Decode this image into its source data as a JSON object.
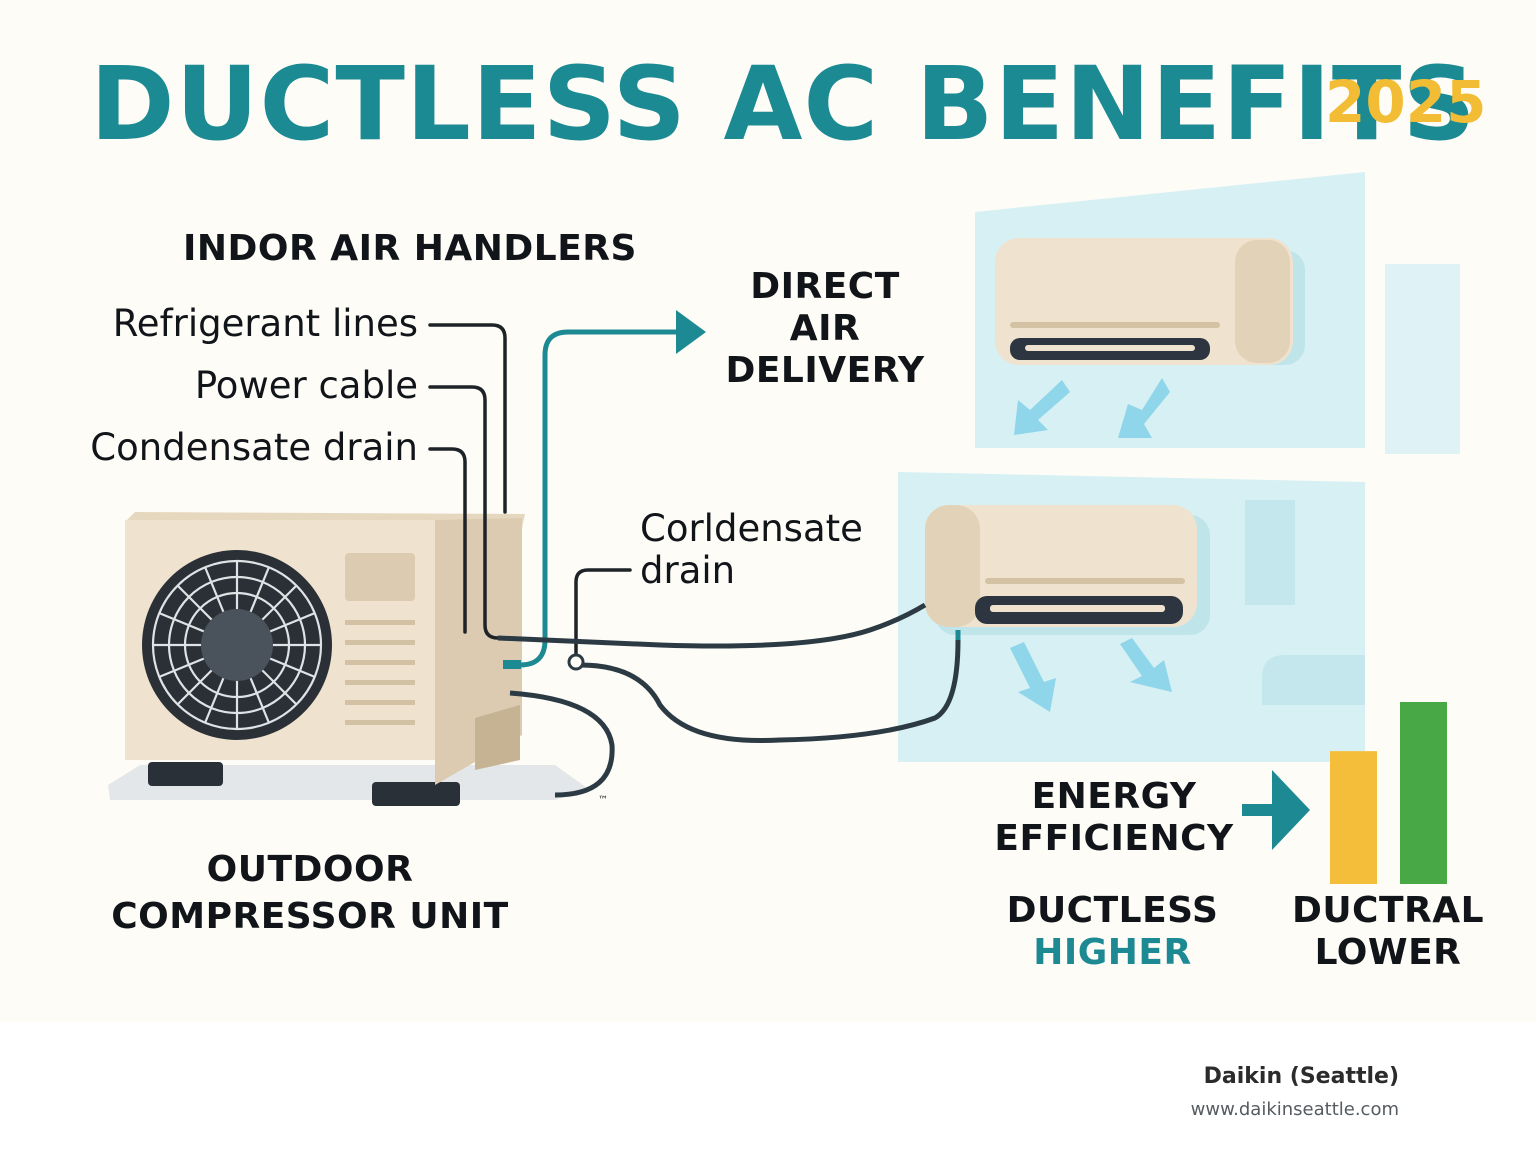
{
  "title": "DUCTLESS AC BENEFITS",
  "year": "2025",
  "colors": {
    "title": "#1b8a92",
    "year": "#f3bc35",
    "teal_line": "#1d8a93",
    "dark_line": "#2c3a44",
    "unit_body": "#efe3cf",
    "wall_tint": "#cfecf1",
    "bar_ductless": "#f4be3a",
    "bar_ductral": "#48a845",
    "higher_text": "#1d8a93"
  },
  "labels": {
    "indoor_air_handlers": "INDOR AIR HANDLERS",
    "refrigerant_lines": "Refrigerant lines",
    "power_cable": "Power cable",
    "condensate_drain_left": "Condensate drain",
    "direct_air_delivery": [
      "DIRECT",
      "AIR",
      "DELIVERY"
    ],
    "condensate_drain_mid": [
      "Corldensate",
      "drain"
    ],
    "outdoor_compressor_unit": [
      "OUTDOOR",
      "COMPRESSOR UNIT"
    ],
    "energy_efficiency": [
      "ENERGY",
      "EFFICIENCY"
    ],
    "tm_mark": "™"
  },
  "comparison": {
    "ductless": {
      "name": "DUCTLESS",
      "rating": "HIGHER"
    },
    "ductral": {
      "name": "DUCTRAL",
      "rating": "LOWER"
    }
  },
  "chart_data": {
    "type": "bar",
    "categories": [
      "",
      ""
    ],
    "values": [
      0.73,
      1.0
    ],
    "title": "",
    "xlabel": "",
    "ylabel": ""
  },
  "icons": [
    "outdoor-compressor-unit-icon",
    "fan-icon",
    "wall-mounted-indoor-unit-icon",
    "airflow-arrow-icon",
    "arrow-right-icon",
    "logo-mark-icon"
  ],
  "brand": {
    "name": "Daikin (Seattle)",
    "url": "www.daikinseattle.com"
  }
}
